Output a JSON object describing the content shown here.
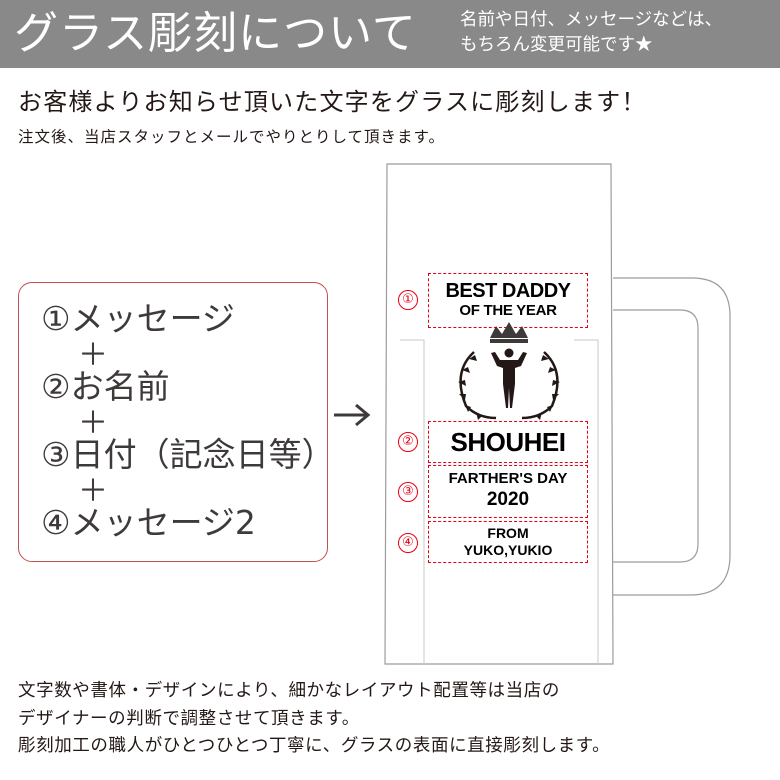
{
  "header": {
    "title": "グラス彫刻について",
    "note_line1": "名前や日付、メッセージなどは、",
    "note_line2": "もちろん変更可能です★"
  },
  "intro": {
    "lead": "お客様よりお知らせ頂いた文字をグラスに彫刻します！",
    "sub": "注文後、当店スタッフとメールでやりとりして頂きます。"
  },
  "steps": {
    "items": [
      "①メッセージ",
      "②お名前",
      "③日付（記念日等）",
      "④メッセージ2"
    ],
    "plus": "＋"
  },
  "mug": {
    "markers": [
      "①",
      "②",
      "③",
      "④"
    ],
    "engraving": {
      "message_line1": "BEST DADDY",
      "message_line2": "OF THE YEAR",
      "name": "SHOUHEI",
      "date_line1": "FARTHER'S DAY",
      "date_line2": "2020",
      "message2_line1": "FROM",
      "message2_line2": "YUKO,YUKIO"
    }
  },
  "footer": {
    "line1": "文字数や書体・デザインにより、細かなレイアウト配置等は当店の",
    "line2": "デザイナーの判断で調整させて頂きます。",
    "line3": "彫刻加工の職人がひとつひとつ丁寧に、グラスの表面に直接彫刻します。"
  },
  "colors": {
    "header_bg": "#898989",
    "accent_red": "#e60012",
    "box_border": "#c0504d",
    "text": "#231815"
  }
}
